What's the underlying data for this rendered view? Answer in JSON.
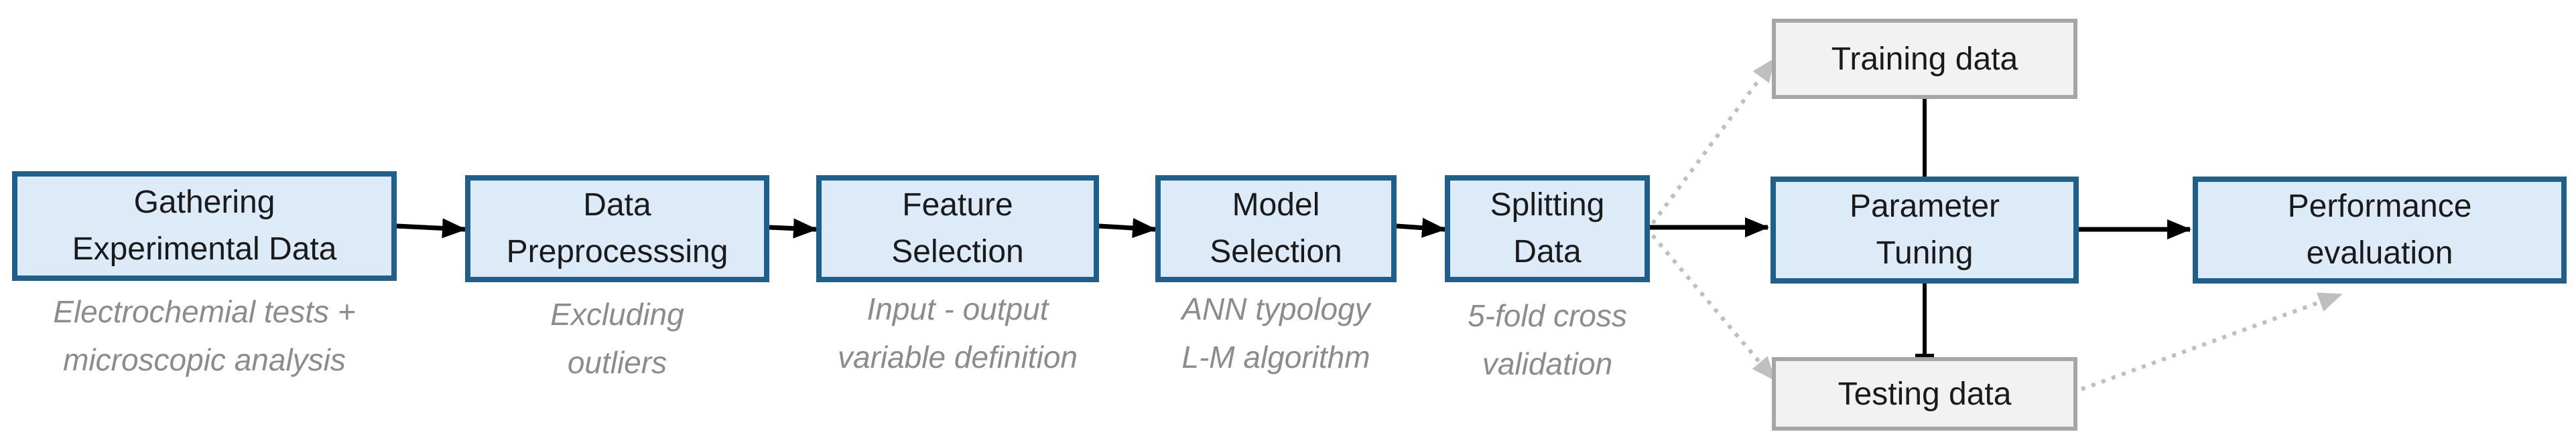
{
  "colors": {
    "box_fill": "#dcebf7",
    "box_border": "#1f5f8b",
    "data_box_fill": "#f2f2f2",
    "data_box_border": "#a6a6a6",
    "caption": "#8c8c8c",
    "arrow": "#000000",
    "dotted_arrow": "#bfbfbf"
  },
  "steps": [
    {
      "line1": "Gathering",
      "line2": "Experimental Data",
      "caption1": "Electrochemial tests +",
      "caption2": "microscopic analysis"
    },
    {
      "line1": "Data",
      "line2": "Preprocesssing",
      "caption1": "Excluding",
      "caption2": "outliers"
    },
    {
      "line1": "Feature",
      "line2": "Selection",
      "caption1": "Input - output",
      "caption2": "variable definition"
    },
    {
      "line1": "Model",
      "line2": "Selection",
      "caption1": "ANN typology",
      "caption2": "L-M algorithm"
    },
    {
      "line1": "Splitting",
      "line2": "Data",
      "caption1": "5-fold cross",
      "caption2": "validation"
    },
    {
      "line1": "Parameter",
      "line2": "Tuning"
    },
    {
      "line1": "Performance",
      "line2": "evaluation"
    }
  ],
  "data_boxes": {
    "training": "Training data",
    "testing": "Testing data"
  }
}
